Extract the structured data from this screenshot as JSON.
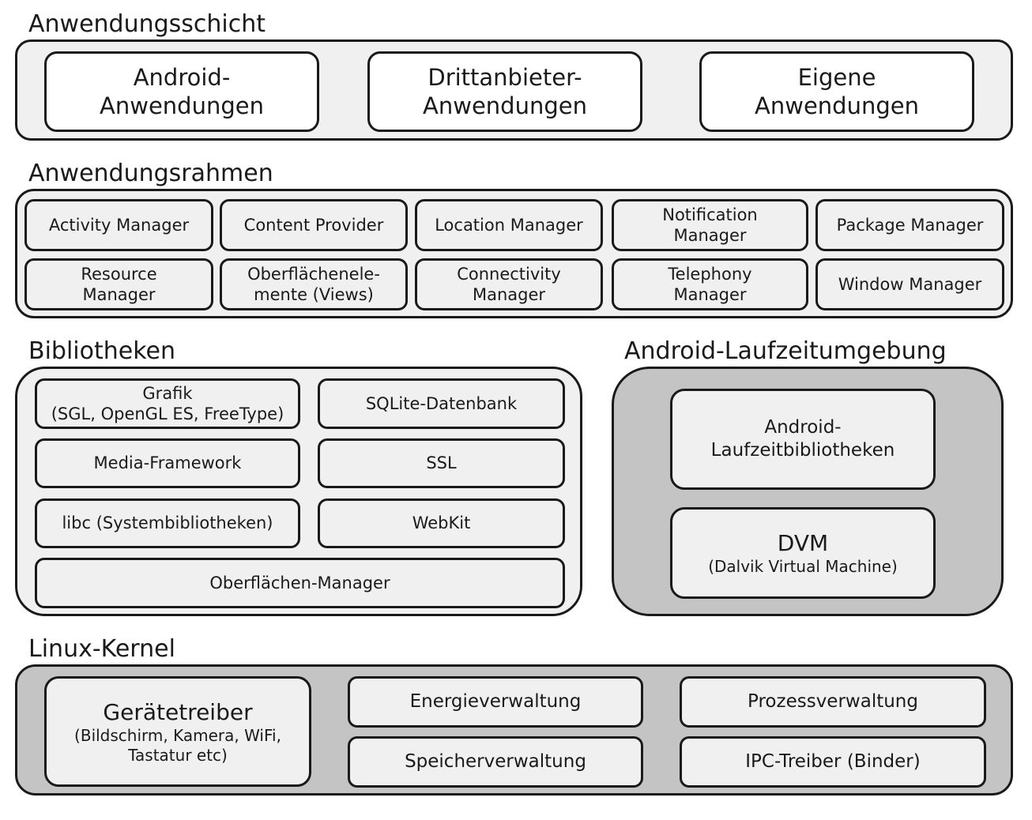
{
  "application_layer": {
    "title": "Anwendungsschicht",
    "items": [
      {
        "lines": [
          "Android-",
          "Anwendungen"
        ]
      },
      {
        "lines": [
          "Drittanbieter-",
          "Anwendungen"
        ]
      },
      {
        "lines": [
          "Eigene",
          "Anwendungen"
        ]
      }
    ]
  },
  "framework_layer": {
    "title": "Anwendungsrahmen",
    "items": [
      {
        "lines": [
          "Activity Manager"
        ]
      },
      {
        "lines": [
          "Content Provider"
        ]
      },
      {
        "lines": [
          "Location Manager"
        ]
      },
      {
        "lines": [
          "Notification",
          "Manager"
        ]
      },
      {
        "lines": [
          "Package Manager"
        ]
      },
      {
        "lines": [
          "Resource",
          "Manager"
        ]
      },
      {
        "lines": [
          "Oberflächenele-",
          "mente (Views)"
        ]
      },
      {
        "lines": [
          "Connectivity",
          "Manager"
        ]
      },
      {
        "lines": [
          "Telephony",
          "Manager"
        ]
      },
      {
        "lines": [
          "Window Manager"
        ]
      }
    ]
  },
  "libraries_layer": {
    "title": "Bibliotheken",
    "items": [
      {
        "lines": [
          "Grafik",
          "(SGL, OpenGL ES, FreeType)"
        ]
      },
      {
        "lines": [
          "SQLite-Datenbank"
        ]
      },
      {
        "lines": [
          "Media-Framework"
        ]
      },
      {
        "lines": [
          "SSL"
        ]
      },
      {
        "lines": [
          "libc (Systembibliotheken)"
        ]
      },
      {
        "lines": [
          "WebKit"
        ]
      },
      {
        "lines": [
          "Oberflächen-Manager"
        ]
      }
    ]
  },
  "runtime_layer": {
    "title": "Android-Laufzeitumgebung",
    "items": [
      {
        "lines": [
          "Android-",
          "Laufzeitbibliotheken"
        ]
      },
      {
        "lines": [
          "DVM",
          "(Dalvik Virtual Machine)"
        ]
      }
    ]
  },
  "kernel_layer": {
    "title": "Linux-Kernel",
    "items": [
      {
        "lines": [
          "Gerätetreiber",
          "(Bildschirm, Kamera, WiFi,",
          "Tastatur etc)"
        ]
      },
      {
        "lines": [
          "Energieverwaltung"
        ]
      },
      {
        "lines": [
          "Prozessverwaltung"
        ]
      },
      {
        "lines": [
          "Speicherverwaltung"
        ]
      },
      {
        "lines": [
          "IPC-Treiber (Binder)"
        ]
      }
    ]
  },
  "colors": {
    "light_fill": "#f0f0f0",
    "mid_fill": "#c4c4c4",
    "stroke": "#1a1a1a"
  }
}
